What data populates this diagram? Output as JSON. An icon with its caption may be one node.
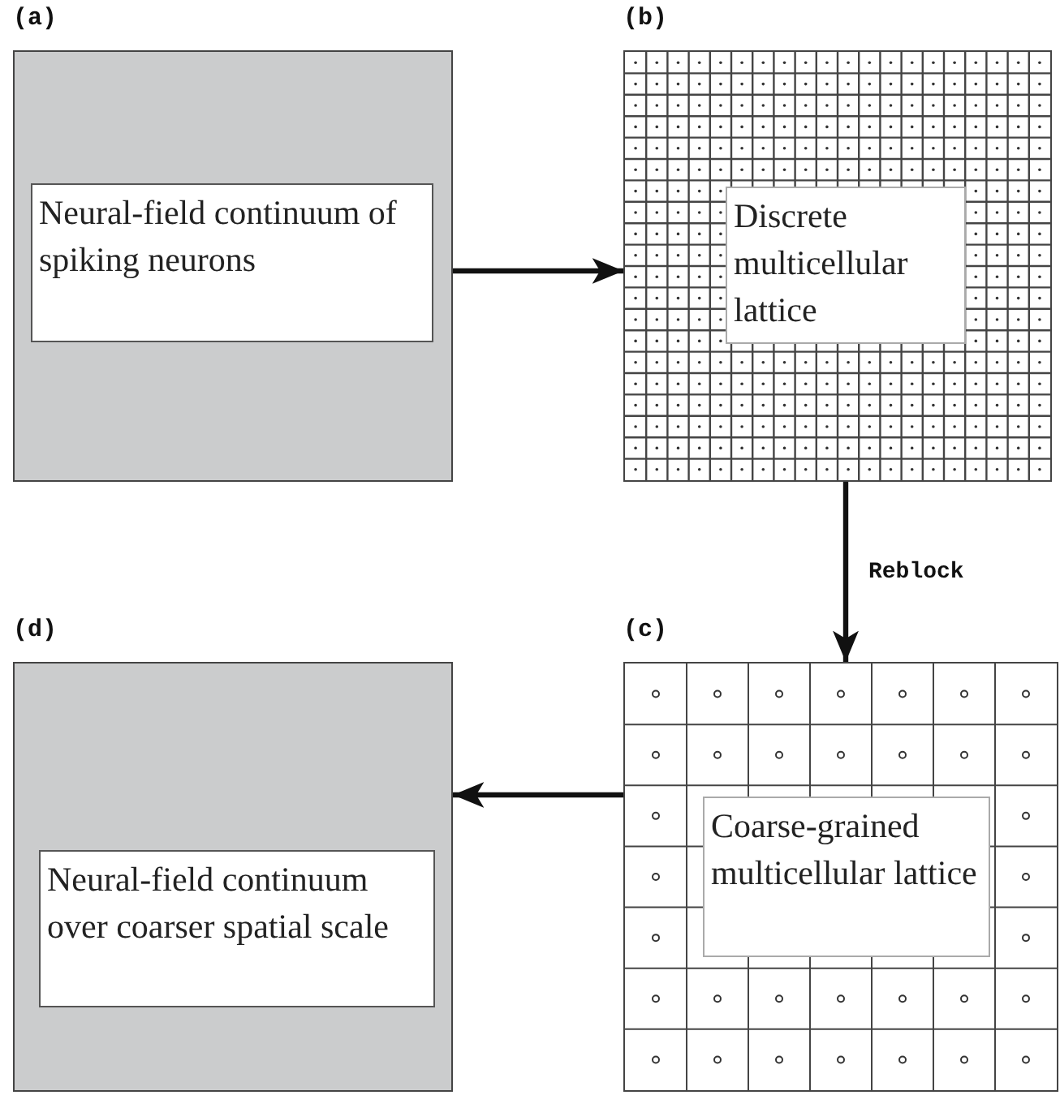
{
  "diagram": {
    "nodes": [
      {
        "text": [
          "(a)"
        ]
      },
      {
        "text": [
          "Neural-field continuum of spiking neurons"
        ],
        "in": 0
      },
      {
        "text": [
          "(b)"
        ]
      },
      {
        "text": [
          "Discrete multicellular lattice"
        ],
        "in": 2
      },
      {
        "text": [
          "(c)"
        ]
      },
      {
        "text": [
          "Coarse-grained multicellular lattice"
        ],
        "in": 4
      },
      {
        "text": [
          "(d)"
        ]
      },
      {
        "text": [
          "Neural-field continuum over coarser spatial scale"
        ],
        "in": 6
      }
    ],
    "edges": [
      {
        "from": 0,
        "to": 2,
        "arrow": "to"
      },
      {
        "from": 2,
        "to": 4,
        "arrow": "to",
        "label": "Reblock"
      },
      {
        "from": 4,
        "to": 6,
        "arrow": "to"
      }
    ]
  }
}
